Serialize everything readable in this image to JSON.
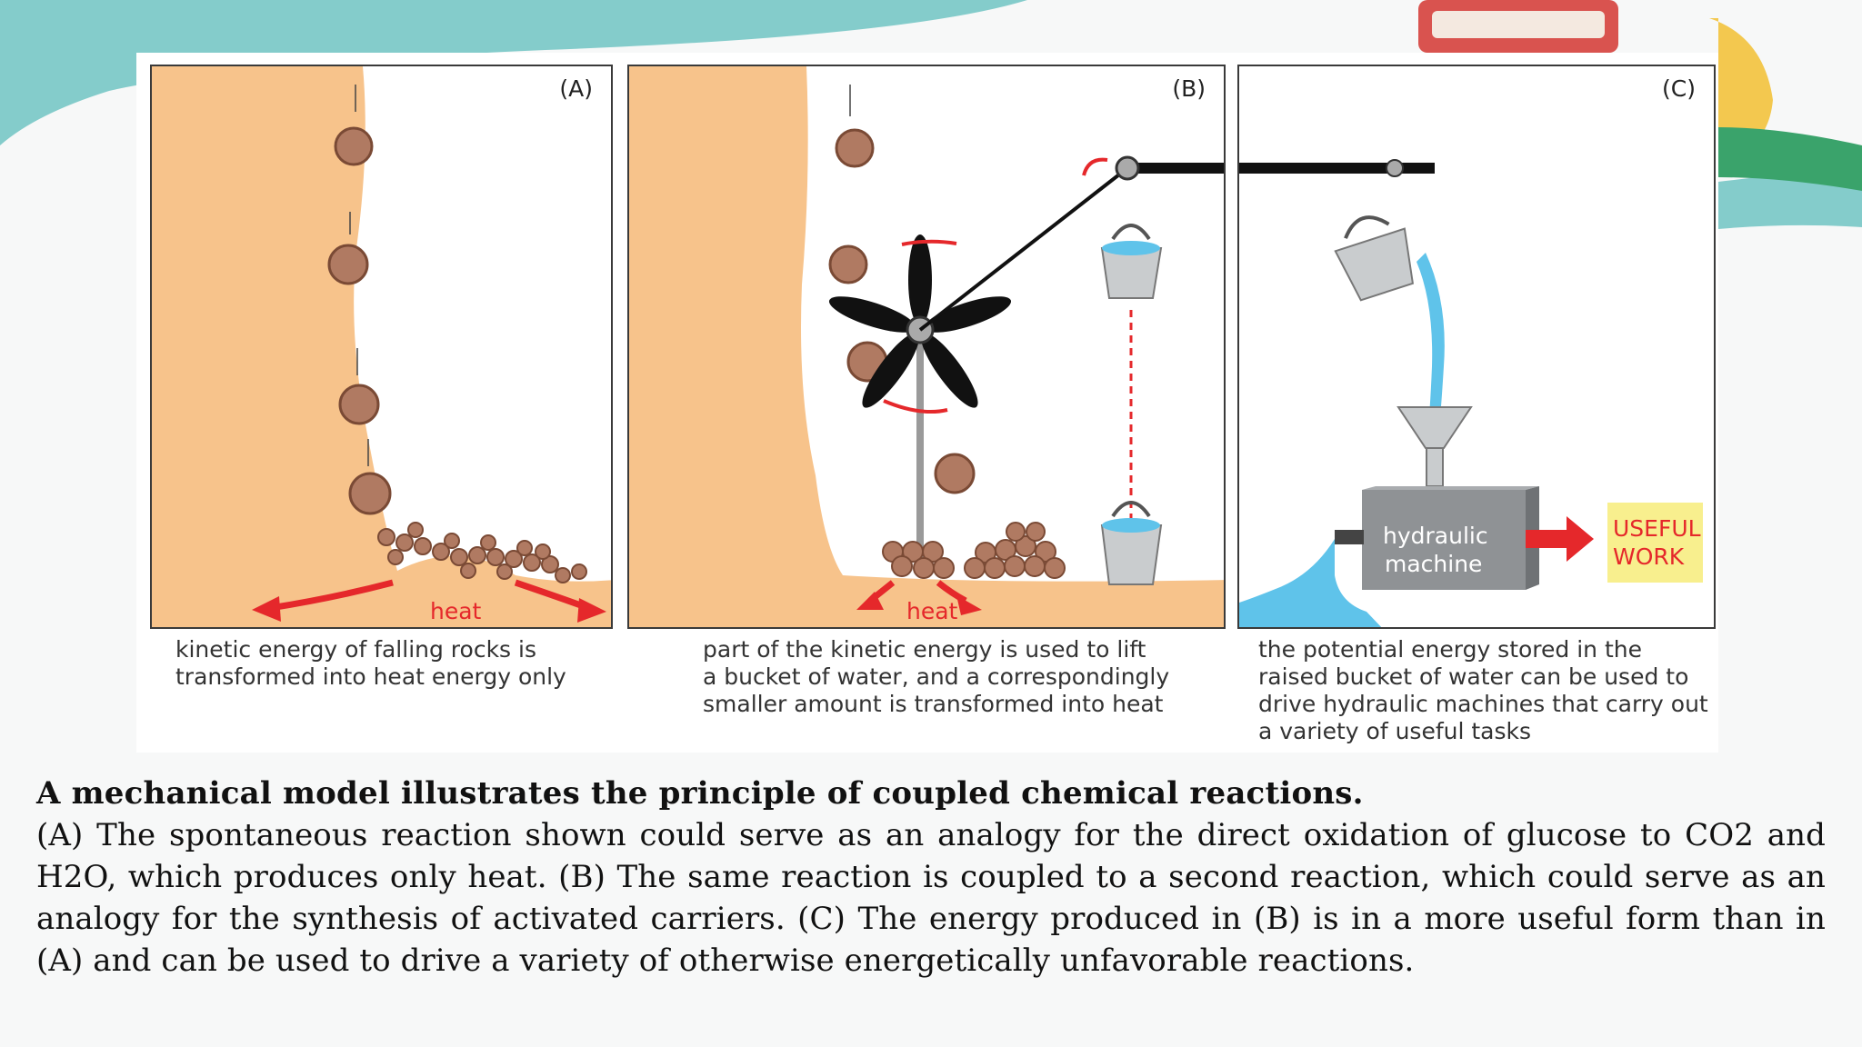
{
  "colors": {
    "teal": "#84cccb",
    "cliff": "#f7c38b",
    "rock": "#b07a62",
    "rock_dark": "#7a4a35",
    "arrow_red": "#e5282b",
    "water": "#5fc3ea",
    "machine": "#8f9295",
    "useful_work_bg": "#f8ef8e"
  },
  "decor": {
    "icons": [
      "stacked-books-icon"
    ]
  },
  "panels": [
    {
      "label": "(A)",
      "heat_label": "heat",
      "caption": "kinetic energy of falling rocks is\ntransformed into heat energy only"
    },
    {
      "label": "(B)",
      "heat_label": "heat",
      "caption": "part of the kinetic energy is used to lift\na bucket of water, and a correspondingly\nsmaller amount is transformed into heat"
    },
    {
      "label": "(C)",
      "machine_label_line1": "hydraulic",
      "machine_label_line2": "machine",
      "useful_work_line1": "USEFUL",
      "useful_work_line2": "WORK",
      "caption": "the potential energy stored in the\nraised bucket of water can be used to\ndrive hydraulic machines that carry out\na variety of useful tasks"
    }
  ],
  "title": "A mechanical model illustrates the principle of coupled chemical reactions.",
  "body": "(A) The spontaneous reaction shown could serve as an analogy for the direct oxidation of glucose to CO2 and H2O, which produces only heat. (B) The same reaction is coupled to a second reaction, which could serve as an analogy for the synthesis of activated carriers. (C) The energy produced in (B) is in a more useful form than in (A) and can be used to drive a variety of otherwise energetically unfavorable reactions."
}
